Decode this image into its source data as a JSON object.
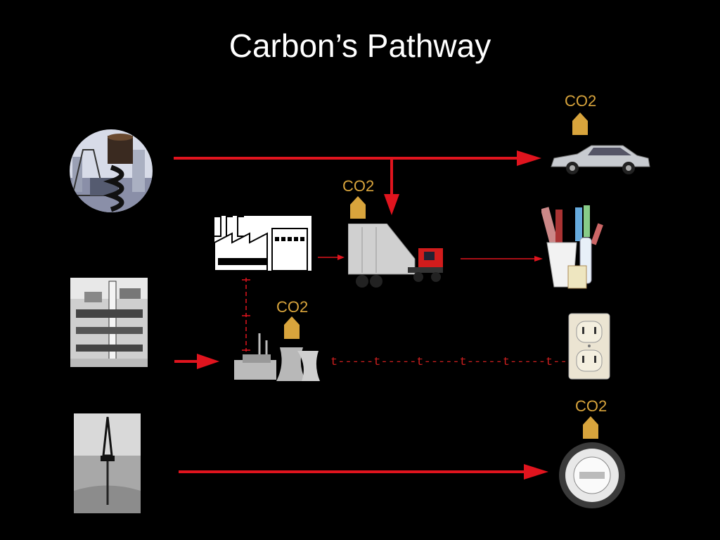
{
  "slide": {
    "title": "Carbon’s Pathway"
  },
  "labels": {
    "co2_car": "CO2",
    "co2_truck": "CO2",
    "co2_power": "CO2",
    "co2_thermostat": "CO2"
  },
  "dashed_line_text": "t-----t-----t-----t-----t-----t-----t",
  "colors": {
    "background": "#000000",
    "arrow": "#e0141e",
    "co2": "#d8a43c"
  }
}
